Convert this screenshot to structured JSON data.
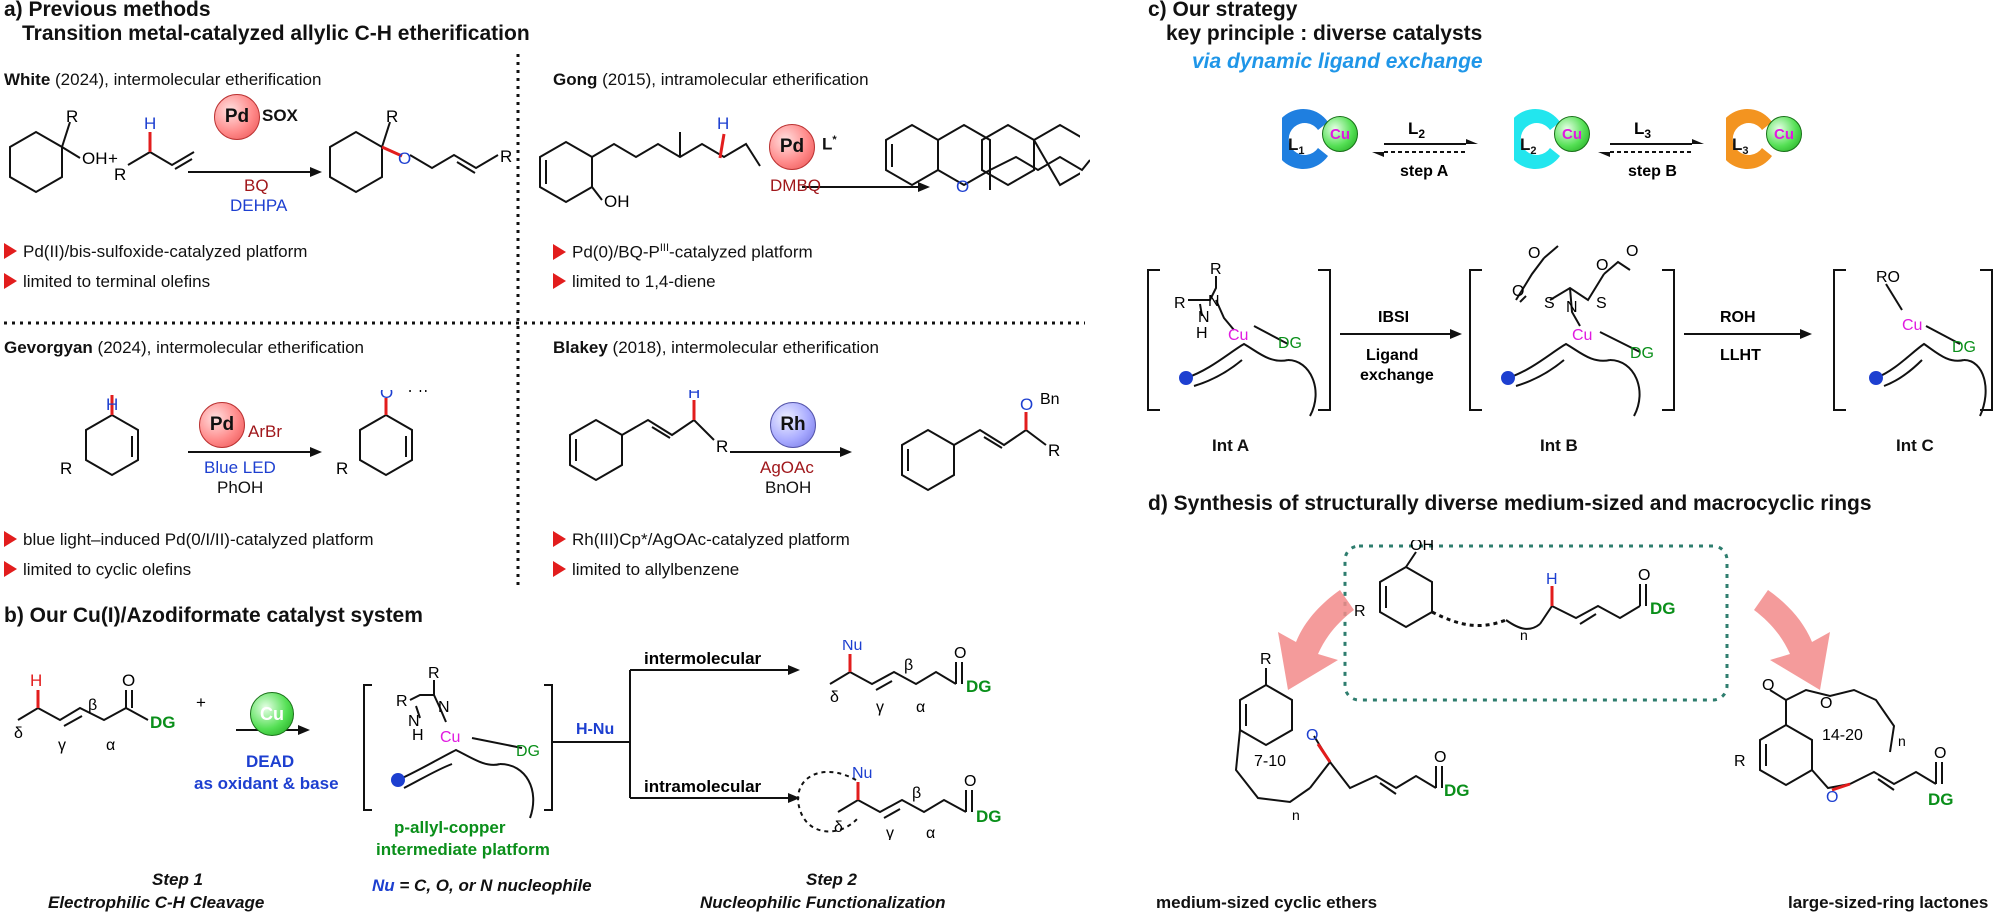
{
  "panel_a": {
    "title": "a) Previous methods",
    "subtitle": "Transition metal-catalyzed allylic C-H  etherification",
    "white": {
      "author": "White",
      "rest": " (2024), intermolecular etherification",
      "metal": "Pd",
      "ligand": "SOX",
      "reagent1": "BQ",
      "reagent2": "DEHPA",
      "bullets": [
        "Pd(II)/bis-sulfoxide-catalyzed platform",
        "limited to terminal olefins"
      ]
    },
    "gong": {
      "author": "Gong",
      "rest": " (2015), intramolecular etherification",
      "metal": "Pd",
      "ligand": "L",
      "ligand_sup": "*",
      "reagent": "DMBQ",
      "bullet1_pre": "Pd(0)/BQ-P",
      "bullet1_sup": "III",
      "bullet1_post": "-catalyzed platform",
      "bullet2": "limited to 1,4-diene"
    },
    "gevorgyan": {
      "author": "Gevorgyan",
      "rest": " (2024), intermolecular etherification",
      "metal": "Pd",
      "reagent1": "ArBr",
      "reagent2": "Blue LED",
      "reagent3": "PhOH",
      "bullets": [
        "blue light–induced Pd(0/I/II)-catalyzed platform",
        "limited to cyclic olefins"
      ]
    },
    "blakey": {
      "author": "Blakey",
      "rest": " (2018), intermolecular etherification",
      "metal": "Rh",
      "reagent1": "AgOAc",
      "reagent2": "BnOH",
      "bullets": [
        "Rh(III)Cp*/AgOAc-catalyzed platform",
        "limited to allylbenzene"
      ]
    }
  },
  "panel_b": {
    "title": "b) Our Cu(I)/Azodiformate catalyst system",
    "metal": "Cu",
    "reagent1": "DEAD",
    "reagent2": "as oxidant & base",
    "intermediate_line1": "p-allyl-copper",
    "intermediate_line2": "intermediate platform",
    "nu_label": "H-Nu",
    "intermolecular": "intermolecular",
    "intramolecular": "intramolecular",
    "nu_def_nu": "Nu",
    "nu_def_rest": " = C, O, or N nucleophile",
    "step1": "Step 1",
    "step1_desc": "Electrophilic C-H Cleavage",
    "step2": "Step 2",
    "step2_desc": "Nucleophilic Functionalization"
  },
  "panel_c": {
    "title": "c) Our strategy",
    "subtitle": "key principle : diverse catalysts",
    "subtitle2": "via dynamic ligand exchange",
    "ligand_exchange": {
      "cu": "Cu",
      "ligands": [
        {
          "sym": "L",
          "sub": "1",
          "color": "#1f7fe0"
        },
        {
          "sym": "L",
          "sub": "2",
          "color": "#22e6ee"
        },
        {
          "sym": "L",
          "sub": "3",
          "color": "#f39420"
        }
      ],
      "arrow1_top": "L",
      "arrow1_top_sub": "2",
      "arrow1_bottom": "step A",
      "arrow2_top": "L",
      "arrow2_top_sub": "3",
      "arrow2_bottom": "step B"
    },
    "intA": "Int A",
    "intB": "Int B",
    "intC": "Int C",
    "arrowAB_1": "IBSI",
    "arrowAB_2": "Ligand",
    "arrowAB_3": "exchange",
    "arrowBC_1": "ROH",
    "arrowBC_2": "LLHT"
  },
  "panel_d": {
    "title": "d) Synthesis of structurally diverse medium-sized and macrocyclic rings",
    "left_product": "medium-sized cyclic ethers",
    "right_product": "large-sized-ring lactones",
    "ring_left": "7-10",
    "ring_right": "14-20"
  },
  "atoms": {
    "R": "R",
    "OH": "OH",
    "H": "H",
    "O": "O",
    "N": "N",
    "S": "S",
    "Ph": "Ph",
    "Bn": "Bn",
    "DG": "DG",
    "Nu": "Nu",
    "Cu": "Cu",
    "n": "n",
    "RO": "RO",
    "plus": "+",
    "delta": "δ",
    "gamma": "γ",
    "beta": "β",
    "alpha": "α"
  },
  "colors": {
    "bond_red": "#e21d1d",
    "h_blue": "#1d3fd0",
    "reagent_red": "#a0171b",
    "dg_green": "#0a8f1a",
    "cu_magenta": "#e01ae0",
    "sky_blue": "#1f96e8",
    "box_teal": "#2e7d6e",
    "fat_arrow": "#f28a8a"
  }
}
